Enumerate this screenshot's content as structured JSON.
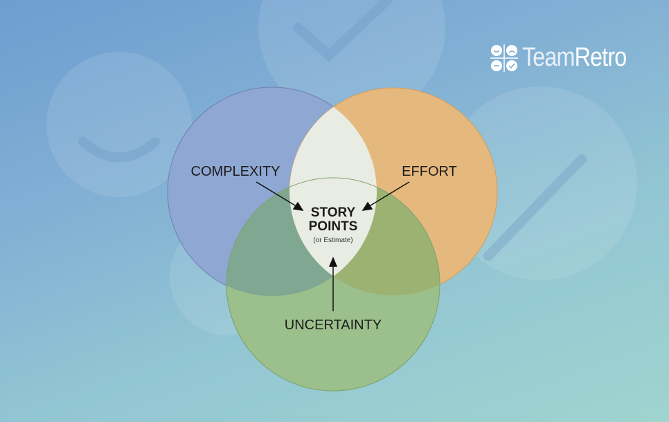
{
  "brand": {
    "logo_icon": "retro-faces-icon",
    "name_part1": "Team",
    "name_part2": "Retro"
  },
  "diagram": {
    "type": "venn",
    "circles": [
      {
        "label": "COMPLEXITY",
        "color": "#8fa7d3"
      },
      {
        "label": "EFFORT",
        "color": "#e5b97d"
      },
      {
        "label": "UNCERTAINTY",
        "color": "#9cc08c"
      }
    ],
    "center": {
      "title_line1": "STORY",
      "title_line2": "POINTS",
      "subtitle": "(or Estimate)"
    }
  },
  "colors": {
    "center_fill": "#e9ece3",
    "text": "#1c1c1c"
  }
}
